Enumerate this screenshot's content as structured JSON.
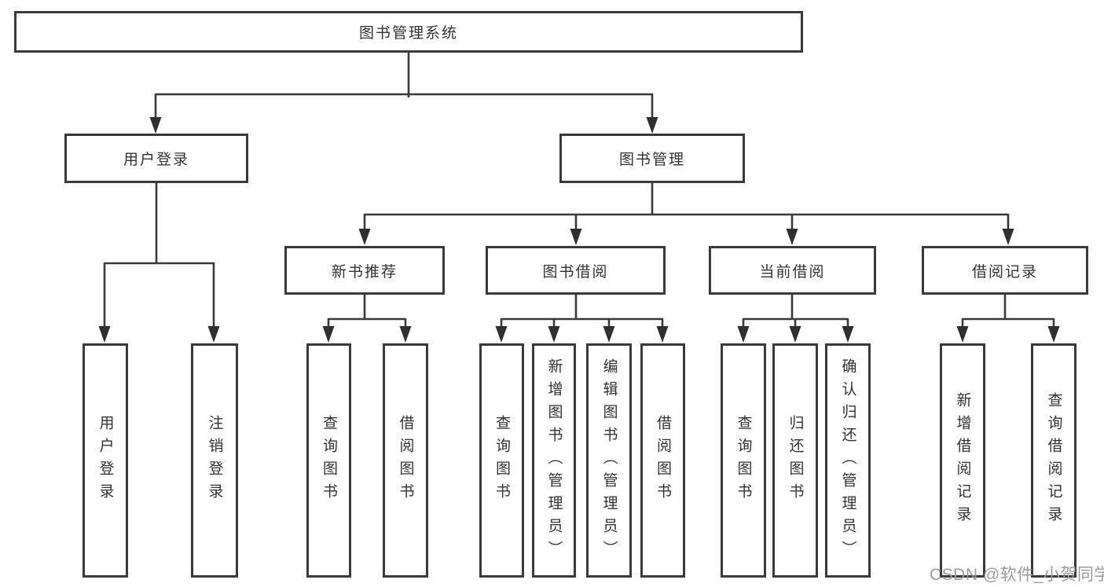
{
  "page": {
    "background": "#ffffff",
    "line_color": "#3a3a3a",
    "text_color": "#333333"
  },
  "diagram": {
    "root": {
      "label": "图书管理系统"
    },
    "branches": [
      {
        "label": "用户登录",
        "children": [
          {
            "label": "用户登录"
          },
          {
            "label": "注销登录"
          }
        ]
      },
      {
        "label": "图书管理",
        "children": [
          {
            "label": "新书推荐",
            "children": [
              {
                "label": "查询图书"
              },
              {
                "label": "借阅图书"
              }
            ]
          },
          {
            "label": "图书借阅",
            "children": [
              {
                "label": "查询图书"
              },
              {
                "label": "新增图书（管理员）"
              },
              {
                "label": "编辑图书（管理员）"
              },
              {
                "label": "借阅图书"
              }
            ]
          },
          {
            "label": "当前借阅",
            "children": [
              {
                "label": "查询图书"
              },
              {
                "label": "归还图书"
              },
              {
                "label": "确认归还（管理员）"
              }
            ]
          },
          {
            "label": "借阅记录",
            "children": [
              {
                "label": "新增借阅记录"
              },
              {
                "label": "查询借阅记录"
              }
            ]
          }
        ]
      }
    ]
  },
  "watermark": {
    "text": "CSDN @软件_小贺同学",
    "color": "#9b9b9b"
  }
}
